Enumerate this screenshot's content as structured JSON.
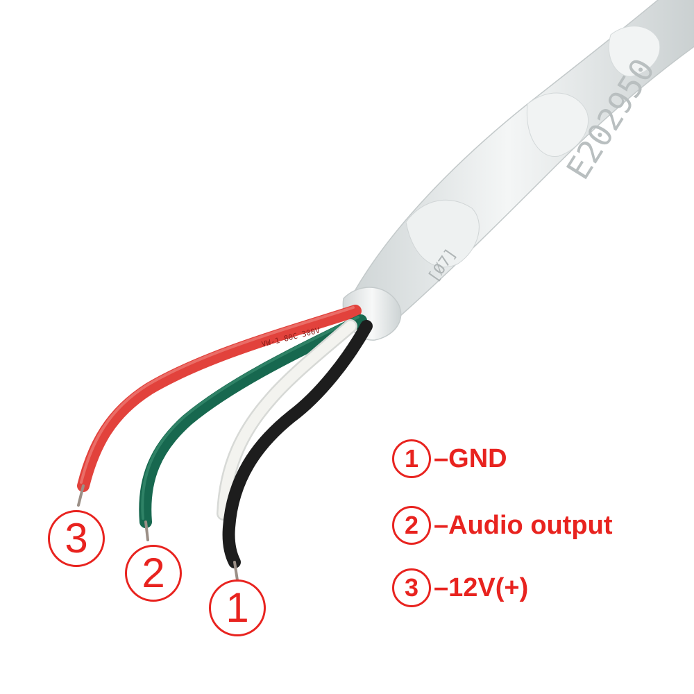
{
  "cable_printing": {
    "jacket_text": "E202950",
    "jacket_marking": "[Ø7]",
    "red_wire_text": "VW-1 80C 300V"
  },
  "wire_labels": [
    {
      "number": "3"
    },
    {
      "number": "2"
    },
    {
      "number": "1"
    }
  ],
  "legend": [
    {
      "number": "1",
      "text": "–GND"
    },
    {
      "number": "2",
      "text": "–Audio output"
    },
    {
      "number": "3",
      "text": "–12V(+)"
    }
  ],
  "colors": {
    "label_red": "#e8231f",
    "wire_red": "#e2423c",
    "wire_green": "#17684f",
    "wire_white": "#f3f3ef",
    "wire_black": "#1d1d1d",
    "cable_jacket": "#e9ecec"
  }
}
